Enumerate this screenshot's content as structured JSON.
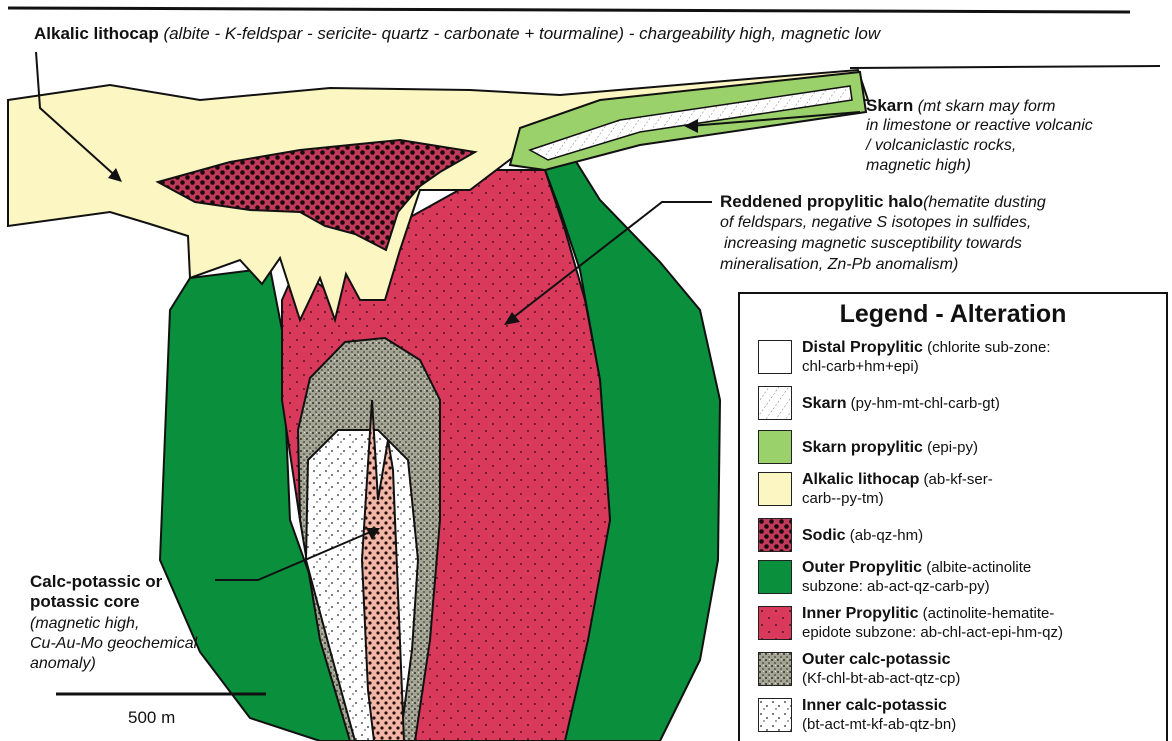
{
  "labels": {
    "lithocap_name": "Alkalic lithocap",
    "lithocap_desc": "(albite - K-feldspar - sericite- quartz - carbonate + tourmaline) - chargeability high, magnetic low",
    "skarn_name": "Skarn",
    "skarn_desc_1": "(mt skarn may form",
    "skarn_desc_2": "in limestone or reactive volcanic",
    "skarn_desc_3": "/ volcaniclastic rocks,",
    "skarn_desc_4": "magnetic high)",
    "reddened_name": "Reddened propylitic halo",
    "reddened_desc_1": "(hematite dusting",
    "reddened_desc_2": "of feldspars, negative S isotopes in sulfides,",
    "reddened_desc_3": "increasing magnetic susceptibility towards",
    "reddened_desc_4": "mineralisation, Zn-Pb anomalism)",
    "core_name_1": "Calc-potassic or",
    "core_name_2": "potassic core",
    "core_desc_1": "(magnetic high,",
    "core_desc_2": "Cu-Au-Mo geochemical",
    "core_desc_3": "anomaly)"
  },
  "scale_bar": {
    "label": "500 m"
  },
  "legend": {
    "title": "Legend - Alteration",
    "items": [
      {
        "name": "Distal Propylitic",
        "desc_1": " (chlorite sub-zone:",
        "desc_2": "chl-carb+hm+epi)",
        "pattern": "distal"
      },
      {
        "name": "Skarn",
        "desc_1": " (py-hm-mt-chl-carb-gt)",
        "desc_2": "",
        "pattern": "skarn"
      },
      {
        "name": "Skarn propylitic",
        "desc_1": " (epi-py)",
        "desc_2": "",
        "pattern": "skarn-prop"
      },
      {
        "name": "Alkalic lithocap",
        "desc_1": " (ab-kf-ser-",
        "desc_2": "carb--py-tm)",
        "pattern": "lithocap"
      },
      {
        "name": "Sodic",
        "desc_1": " (ab-qz-hm)",
        "desc_2": "",
        "pattern": "sodic"
      },
      {
        "name": "Outer Propylitic",
        "desc_1": " (albite-actinolite",
        "desc_2": "subzone: ab-act-qz-carb-py)",
        "pattern": "outer-prop"
      },
      {
        "name": "Inner Propylitic",
        "desc_1": " (actinolite-hematite-",
        "desc_2": "epidote subzone: ab-chl-act-epi-hm-qz)",
        "pattern": "inner-prop"
      },
      {
        "name": "Outer calc-potassic",
        "desc_1": "",
        "desc_2": "(Kf-chl-bt-ab-act-qtz-cp)",
        "pattern": "outer-calc"
      },
      {
        "name": "Inner calc-potassic",
        "desc_1": "",
        "desc_2": "(bt-act-mt-kf-ab-qtz-bn)",
        "pattern": "inner-calc"
      }
    ]
  },
  "colors": {
    "lithocap": "#fbf6c2",
    "outer_propylitic": "#0a8f3c",
    "inner_propylitic": "#d93a5c",
    "skarn_propylitic": "#9bd16b",
    "sodic": "#c23a5a",
    "outer_calc_potassic": "#9a9a88",
    "inner_calc_potassic": "#ffffff",
    "core": "#f2b7a6",
    "distal": "#ffffff"
  }
}
